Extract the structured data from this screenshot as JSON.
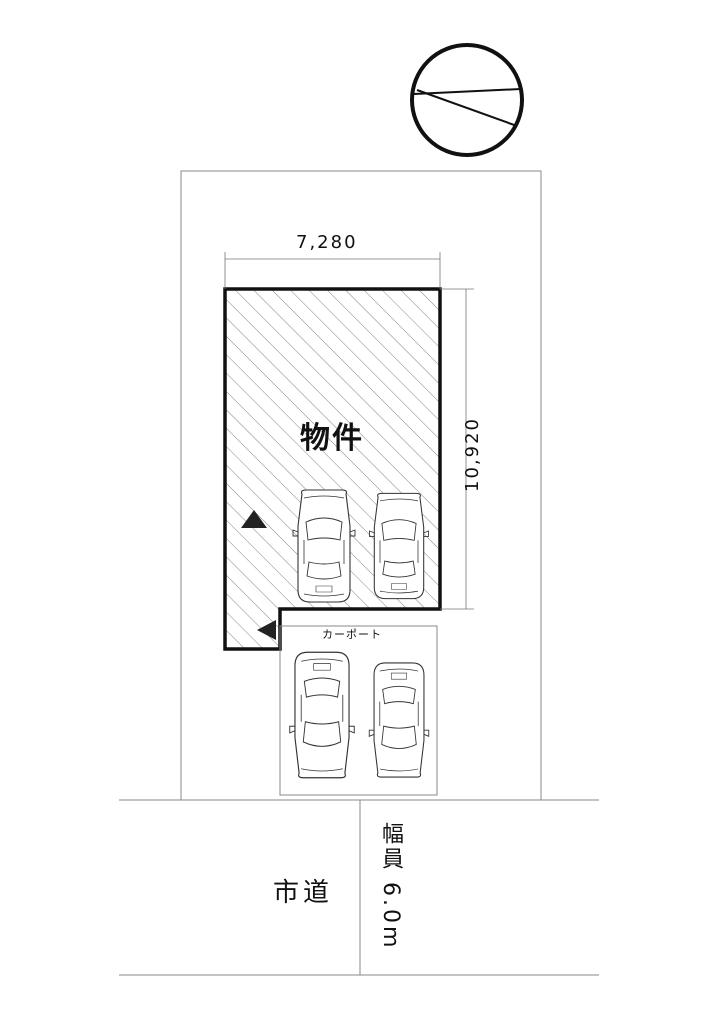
{
  "north_arrow": {
    "icon": "north-arrow-icon"
  },
  "building": {
    "label": "物件",
    "width_label": "7,280",
    "depth_label": "10,920"
  },
  "carport": {
    "label": "カーポート"
  },
  "road": {
    "name": "市道",
    "width_label": "幅員 6.0m"
  },
  "entrance_markers": {
    "icon": "triangle-marker-icon",
    "count": 2
  },
  "vehicles": {
    "icon": "car-icon",
    "count": 4
  },
  "colors": {
    "line": "#111111",
    "hatch": "#666666",
    "site_line": "#888888",
    "background": "#ffffff"
  }
}
